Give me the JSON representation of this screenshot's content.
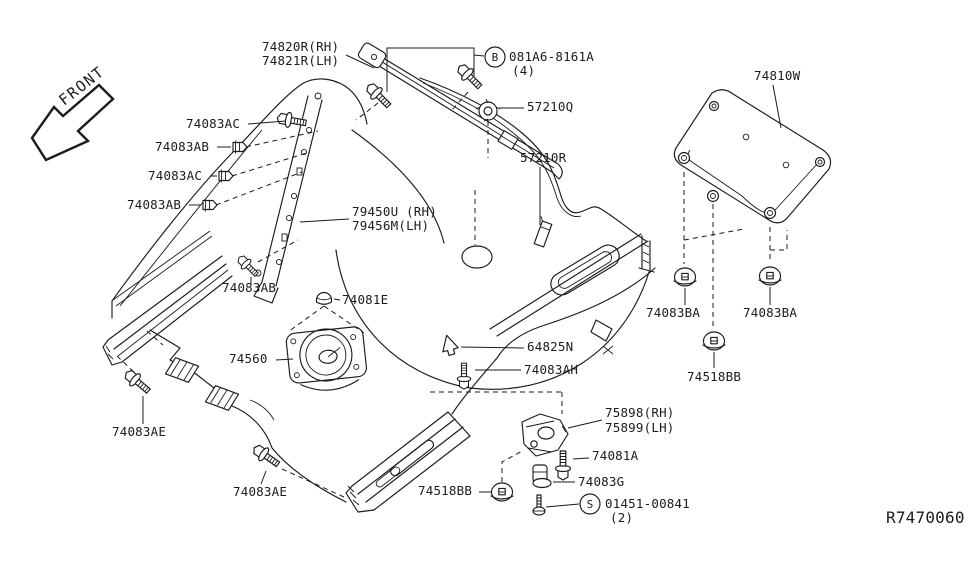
{
  "diagram": {
    "type": "vehicle-floor-fitting-parts-diagram",
    "drawing_number": "R7470060",
    "orientation_label": "FRONT",
    "colors": {
      "line": "#1b1b1b",
      "background": "#ffffff"
    },
    "labels": {
      "parcel_bar_rh": "74820R(RH)",
      "parcel_bar_lh": "74821R(LH)",
      "bolt_b_symbol": "B",
      "bolt_b_code": "081A6-8161A",
      "bolt_b_qty": "(4)",
      "grommet_57210q": "57210Q",
      "anchor_57210r": "57210R",
      "cover_74810w": "74810W",
      "bolt_74083ac_1": "74083AC",
      "clip_74083ab_1": "74083AB",
      "clip_74083ac_2": "74083AC",
      "clip_74083ab_2": "74083AB",
      "finisher_rh": "79450U (RH)",
      "finisher_lh": "79456M(LH)",
      "bolt_74083ab_3": "74083AB",
      "cap_74081e": "74081E",
      "clamp_74560": "74560",
      "clip_64825n": "64825N",
      "bolt_74083ah": "74083AH",
      "grommet_74083ba_left": "74083BA",
      "grommet_74083ba_right": "74083BA",
      "grommet_74518bb_right": "74518BB",
      "bolt_74083ae_left": "74083AE",
      "bolt_74083ae_bottom": "74083AE",
      "bracket_75898_rh": "75898(RH)",
      "bracket_75899_lh": "75899(LH)",
      "bolt_74081a": "74081A",
      "clip_74083g": "74083G",
      "grommet_74518bb_left": "74518BB",
      "screw_s_symbol": "S",
      "screw_s_code": "01451-00841",
      "screw_s_qty": "(2)"
    }
  }
}
